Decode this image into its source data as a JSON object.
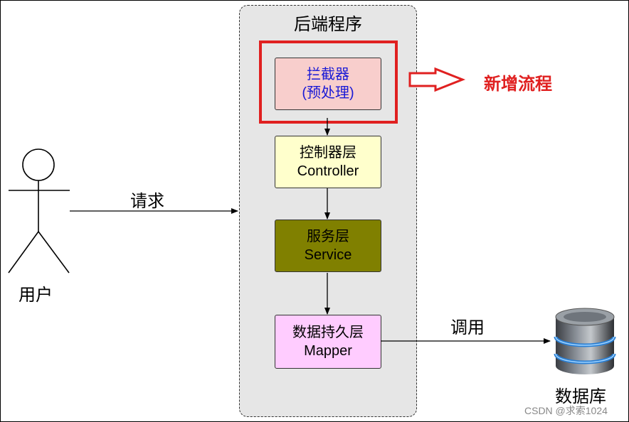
{
  "backend_title": "后端程序",
  "interceptor": {
    "line1": "拦截器",
    "line2": "(预处理)"
  },
  "controller": {
    "line1": "控制器层",
    "line2": "Controller"
  },
  "service": {
    "line1": "服务层",
    "line2": "Service"
  },
  "mapper": {
    "line1": "数据持久层",
    "line2": "Mapper"
  },
  "new_flow_label": "新增流程",
  "user_label": "用户",
  "request_label": "请求",
  "call_label": "调用",
  "database_label": "数据库",
  "watermark": "CSDN @求索1024",
  "colors": {
    "interceptor_fill": "#f8cecc",
    "interceptor_text": "#1a1ad6",
    "controller_fill": "#ffffcc",
    "service_fill": "#808000",
    "mapper_fill": "#ffccff",
    "highlight": "#e02020",
    "panel_fill": "#e6e6e6"
  }
}
